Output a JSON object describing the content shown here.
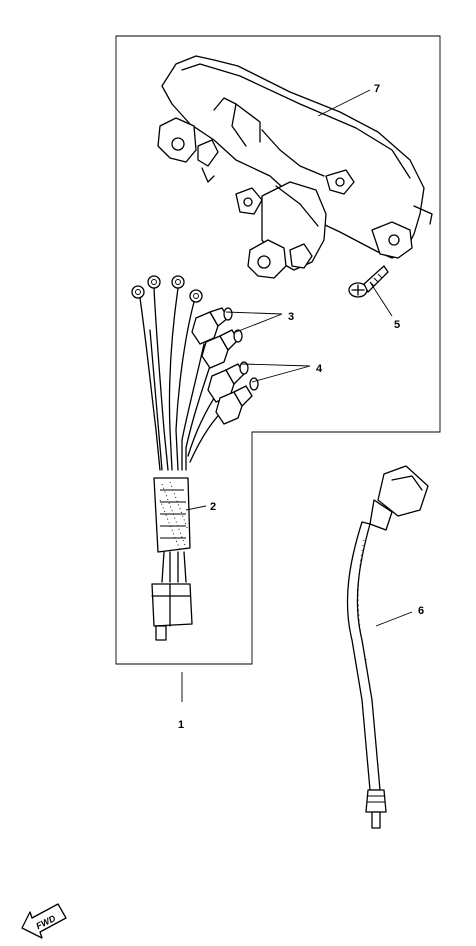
{
  "diagram": {
    "callouts": [
      {
        "number": "1",
        "part": "wire-harness-assembly"
      },
      {
        "number": "2",
        "part": "protective-sleeve"
      },
      {
        "number": "3",
        "part": "bulb-sockets-upper"
      },
      {
        "number": "4",
        "part": "bulb-sockets-lower"
      },
      {
        "number": "5",
        "part": "screw"
      },
      {
        "number": "6",
        "part": "meter-cable"
      },
      {
        "number": "7",
        "part": "meter-housing"
      }
    ],
    "direction_marker": "FWD"
  }
}
